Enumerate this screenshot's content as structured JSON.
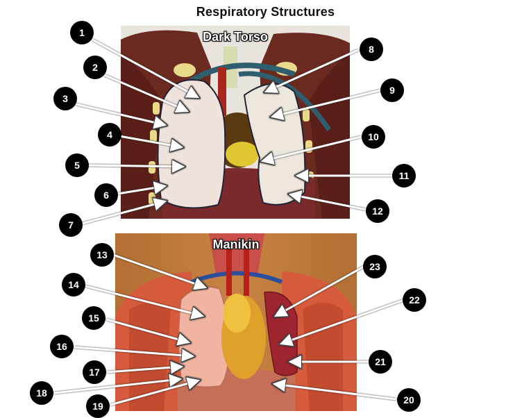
{
  "title": "Respiratory Structures",
  "panels": {
    "torso": {
      "label": "Dark Torso"
    },
    "manikin": {
      "label": "Manikin"
    }
  },
  "markers": [
    "1",
    "2",
    "3",
    "4",
    "5",
    "6",
    "7",
    "8",
    "9",
    "10",
    "11",
    "12",
    "13",
    "14",
    "15",
    "16",
    "17",
    "18",
    "19",
    "20",
    "21",
    "22",
    "23"
  ],
  "colors": {
    "badge": "#000000",
    "arrow": "#ffffff",
    "lung_pale": "#efe3de",
    "lung_pink": "#f0c2b4",
    "muscle_dark": "#6b2a20",
    "wood": "#c07a3a"
  }
}
